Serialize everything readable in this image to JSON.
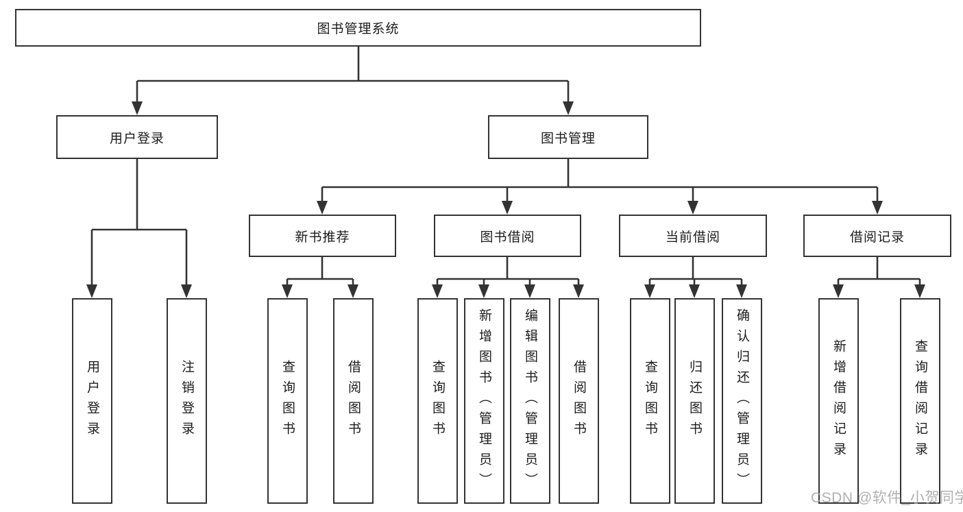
{
  "diagram": {
    "type": "hierarchy-tree",
    "colors": {
      "line": "#333333",
      "box_border": "#333333",
      "box_background": "#ffffff",
      "text": "#1c1c1c",
      "watermark_text": "#a3a3a3",
      "background": "#ffffff"
    }
  },
  "tree": {
    "root": {
      "label": "图书管理系统"
    },
    "branches": [
      {
        "label": "用户登录",
        "children": [
          {
            "label": "用户登录"
          },
          {
            "label": "注销登录"
          }
        ]
      },
      {
        "label": "图书管理",
        "children": [
          {
            "label": "新书推荐",
            "children": [
              {
                "label": "查询图书"
              },
              {
                "label": "借阅图书"
              }
            ]
          },
          {
            "label": "图书借阅",
            "children": [
              {
                "label": "查询图书"
              },
              {
                "label": "新增图书（管理员）"
              },
              {
                "label": "编辑图书（管理员）"
              },
              {
                "label": "借阅图书"
              }
            ]
          },
          {
            "label": "当前借阅",
            "children": [
              {
                "label": "查询图书"
              },
              {
                "label": "归还图书"
              },
              {
                "label": "确认归还（管理员）"
              }
            ]
          },
          {
            "label": "借阅记录",
            "children": [
              {
                "label": "新增借阅记录"
              },
              {
                "label": "查询借阅记录"
              }
            ]
          }
        ]
      }
    ]
  },
  "watermark": {
    "text": "CSDN @软件_小贺同学"
  }
}
